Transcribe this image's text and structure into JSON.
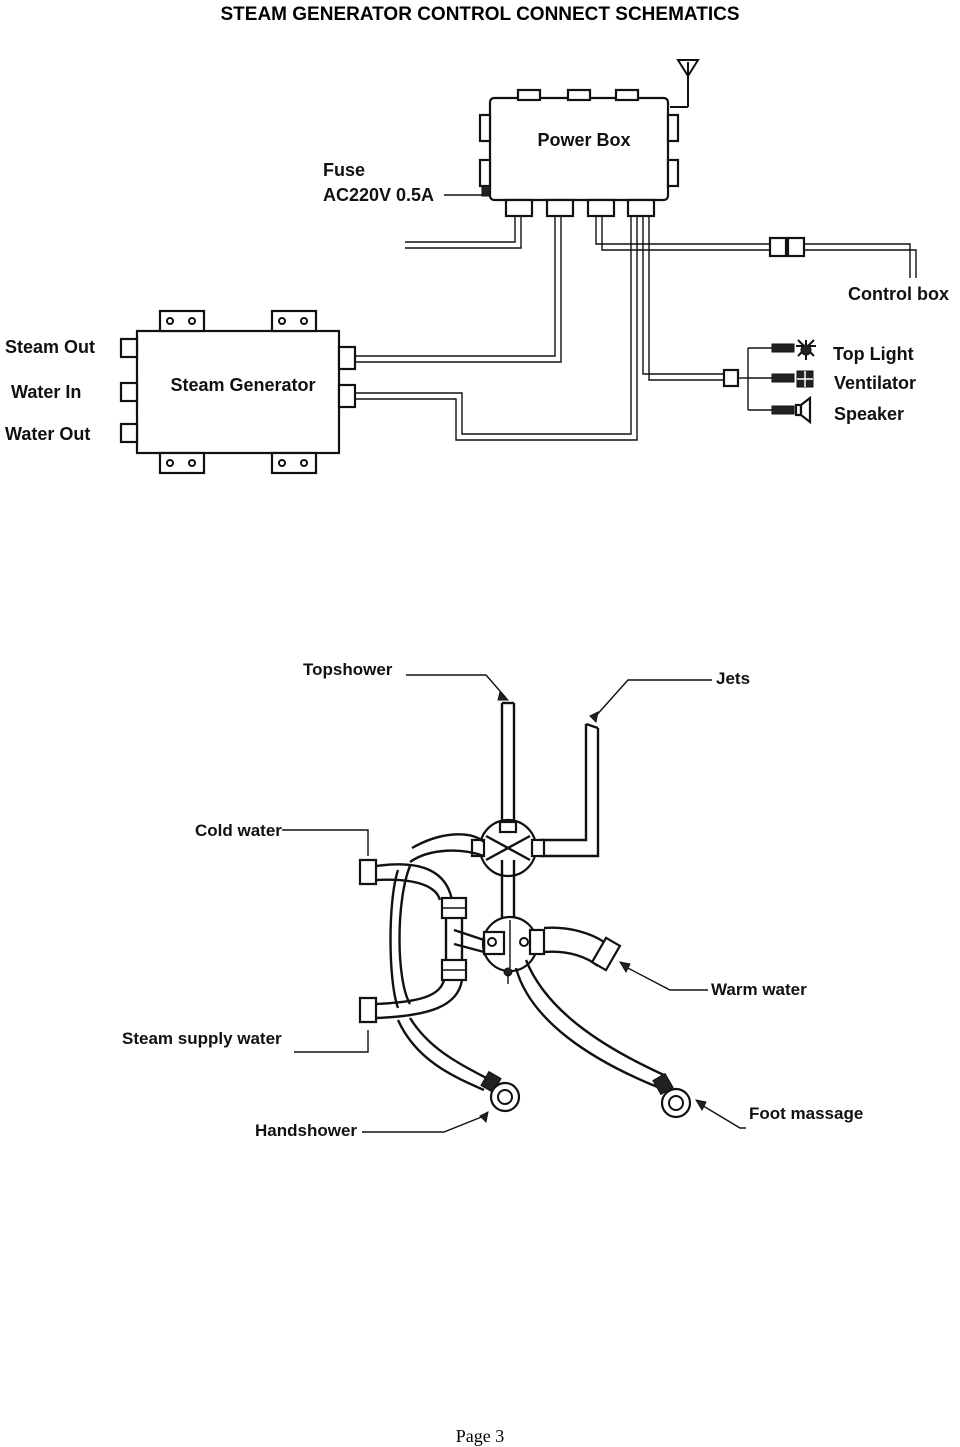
{
  "title": "STEAM GENERATOR CONTROL CONNECT SCHEMATICS",
  "electrical": {
    "power_box": "Power Box",
    "fuse_line1": "Fuse",
    "fuse_line2": "AC220V 0.5A",
    "control_box": "Control box",
    "steam_generator": "Steam Generator",
    "ports": [
      "Steam Out",
      "Water In",
      "Water Out"
    ],
    "accessories": [
      "Top Light",
      "Ventilator",
      "Speaker"
    ]
  },
  "plumbing": {
    "topshower": "Topshower",
    "jets": "Jets",
    "cold_water": "Cold water",
    "warm_water": "Warm water",
    "steam_supply_water": "Steam supply water",
    "handshower": "Handshower",
    "foot_massage": "Foot massage"
  },
  "footer": {
    "page": "Page 3"
  }
}
